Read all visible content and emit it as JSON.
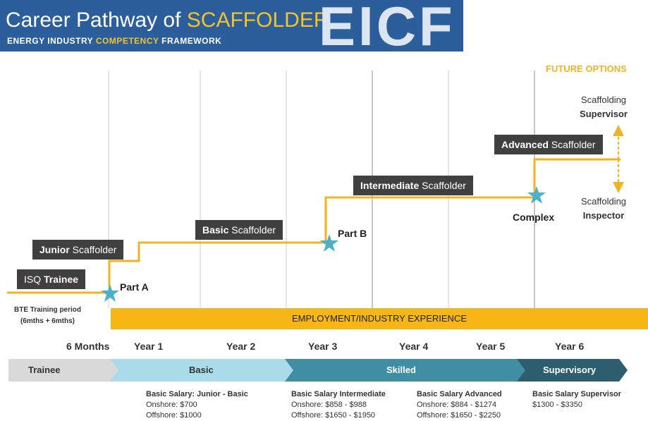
{
  "banner": {
    "title_prefix": "Career Pathway of ",
    "title_highlight": "SCAFFOLDER",
    "subtitle_a": "ENERGY INDUSTRY ",
    "subtitle_b": "COMPETENCY",
    "subtitle_c": " FRAMEWORK",
    "logo_text": "EICF"
  },
  "future_options": {
    "heading": "FUTURE OPTIONS",
    "supervisor_line1": "Scaffolding",
    "supervisor_line2": "Supervisor",
    "inspector_line1": "Scaffolding",
    "inspector_line2": "Inspector"
  },
  "roles": {
    "isq_a": "ISQ ",
    "isq_b": "Trainee",
    "junior_a": "Junior ",
    "junior_b": "Scaffolder",
    "basic_a": "Basic ",
    "basic_b": "Scaffolder",
    "intermediate_a": "Intermediate ",
    "intermediate_b": "Scaffolder",
    "advanced_a": "Advanced ",
    "advanced_b": "Scaffolder"
  },
  "milestones": {
    "part_a": "Part A",
    "part_b": "Part B",
    "complex": "Complex"
  },
  "bte": {
    "line1": "BTE Training period",
    "line2": "(6mths + 6mths)"
  },
  "employment_bar": "EMPLOYMENT/INDUSTRY EXPERIENCE",
  "years": [
    "6 Months",
    "Year 1",
    "Year 2",
    "Year 3",
    "Year 4",
    "Year 5",
    "Year 6"
  ],
  "stages": [
    "Trainee",
    "Basic",
    "Skilled",
    "Supervisory"
  ],
  "salaries": {
    "basic": {
      "heading": "Basic Salary: Junior -  Basic",
      "onshore": "Onshore: $700",
      "offshore": "Offshore: $1000"
    },
    "intermediate": {
      "heading": "Basic Salary Intermediate",
      "onshore": "Onshore: $858 - $988",
      "offshore": "Offshore: $1650 - $1950"
    },
    "advanced": {
      "heading": "Basic Salary Advanced",
      "onshore": "Onshore: $884 - $1274",
      "offshore": "Offshore: $1650 - $2250"
    },
    "supervisor": {
      "heading": "Basic Salary Supervisor",
      "range": "$1300 - $3350"
    }
  },
  "colors": {
    "banner_bg": "#2b5e9b",
    "highlight": "#f2c32a",
    "path_line": "#f0b323",
    "role_box": "#404040",
    "star": "#4bb0c9",
    "stage_trainee": "#d9d9d9",
    "stage_basic": "#a9dbe8",
    "stage_skilled": "#3f8ea3",
    "stage_supervisory": "#2c5e6d"
  }
}
